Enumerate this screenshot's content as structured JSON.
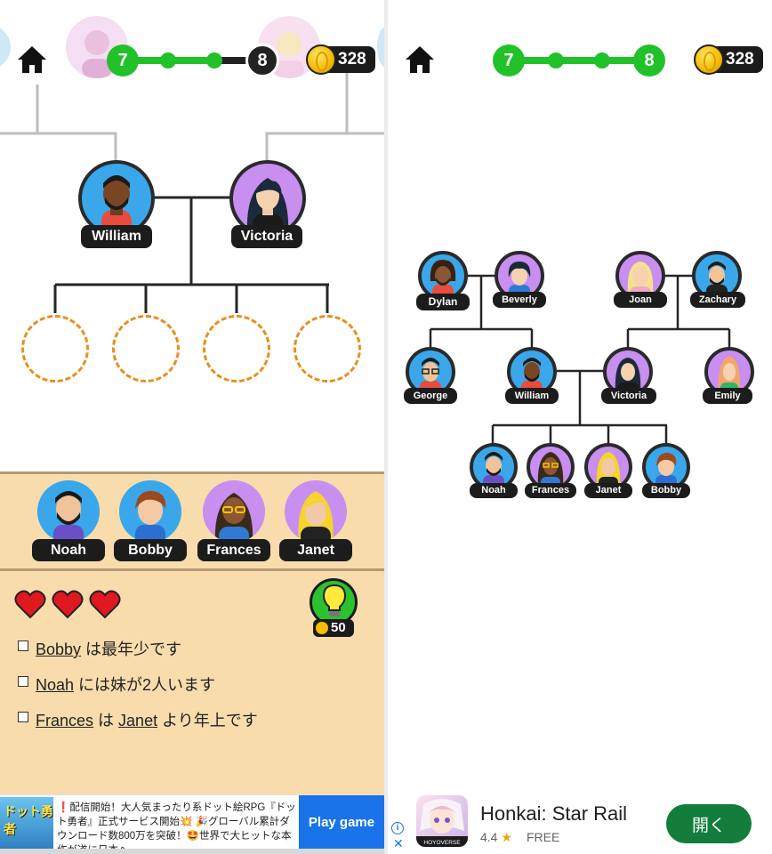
{
  "colors": {
    "accent_green": "#21c12a",
    "tree_line": "#262626",
    "board_bg": "#f8dcac",
    "slot_dash": "#e98f1a",
    "ad_blue": "#1a73e8",
    "ad_green": "#137d3b"
  },
  "left": {
    "level": {
      "current": "7",
      "next": "8"
    },
    "coins": "328",
    "parents": [
      {
        "name": "William",
        "avatar": "man-dark-beard"
      },
      {
        "name": "Victoria",
        "avatar": "woman-black-hair"
      }
    ],
    "empty_slots": 4,
    "candidates": [
      {
        "name": "Noah",
        "avatar": "man-beard-blue"
      },
      {
        "name": "Bobby",
        "avatar": "boy-brown-hair"
      },
      {
        "name": "Frances",
        "avatar": "woman-glasses-braids"
      },
      {
        "name": "Janet",
        "avatar": "woman-blonde"
      }
    ],
    "hearts": 3,
    "hint_cost": "50",
    "clues": [
      {
        "a": "Bobby",
        "text": " は最年少です"
      },
      {
        "a": "Noah",
        "text": " には妹が2人います"
      },
      {
        "a": "Frances",
        "text": " は ",
        "b": "Janet",
        "text2": " より年上です"
      }
    ],
    "ad": {
      "thumb_text": "ドット勇者",
      "text": "❗配信開始！大人気まったり系ドット絵RPG『ドット勇者』正式サービス開始💥 🎉グローバル累計ダウンロード数800万を突破！🤩世界で大ヒットな本作が遂に日本へ...",
      "button": "Play game"
    }
  },
  "right": {
    "level": {
      "current": "7",
      "next": "8"
    },
    "coins": "328",
    "tree": {
      "grandparents_left": [
        "Dylan",
        "Beverly"
      ],
      "grandparents_right": [
        "Joan",
        "Zachary"
      ],
      "parents_gen": [
        "George",
        "William",
        "Victoria",
        "Emily"
      ],
      "children": [
        "Noah",
        "Frances",
        "Janet",
        "Bobby"
      ]
    },
    "ad": {
      "title": "Honkai: Star Rail",
      "rating": "4.4",
      "price": "FREE",
      "button": "開く",
      "icon_label": "HOYOVERSE"
    }
  }
}
